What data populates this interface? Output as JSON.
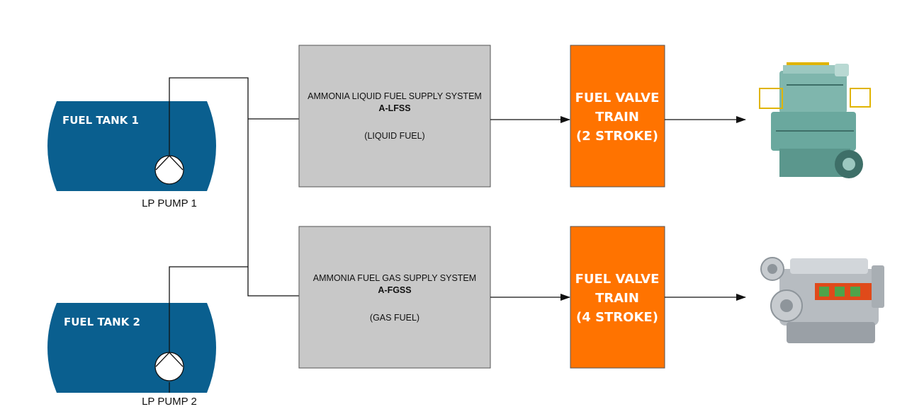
{
  "colors": {
    "tank": "#0a5f8f",
    "system_box": "#c8c8c8",
    "valve_box": "#ff7300",
    "line": "#111111"
  },
  "tanks": [
    {
      "label": "FUEL TANK 1",
      "pump": "LP PUMP 1"
    },
    {
      "label": "FUEL TANK 2",
      "pump": "LP PUMP 2"
    }
  ],
  "systems": [
    {
      "line1": "AMMONIA LIQUID FUEL SUPPLY SYSTEM",
      "line2": "A-LFSS",
      "line3": "(LIQUID FUEL)"
    },
    {
      "line1": "AMMONIA FUEL GAS SUPPLY SYSTEM",
      "line2": "A-FGSS",
      "line3": "(GAS FUEL)"
    }
  ],
  "valves": [
    {
      "line1": "FUEL VALVE",
      "line2": "TRAIN",
      "line3": "(2 STROKE)"
    },
    {
      "line1": "FUEL VALVE",
      "line2": "TRAIN",
      "line3": "(4 STROKE)"
    }
  ],
  "engines": [
    {
      "icon": "two-stroke-engine-icon"
    },
    {
      "icon": "four-stroke-engine-icon"
    }
  ]
}
